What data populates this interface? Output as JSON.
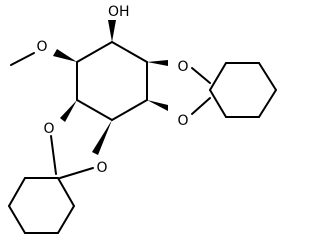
{
  "molecule": {
    "atoms": {
      "hydroxyl": "OH",
      "methoxy_oxygen": "O",
      "ketal_oxygen_upper_right": "O",
      "ketal_oxygen_lower_right": "O",
      "ketal_oxygen_upper_left": "O",
      "ketal_oxygen_lower_left": "O"
    }
  }
}
